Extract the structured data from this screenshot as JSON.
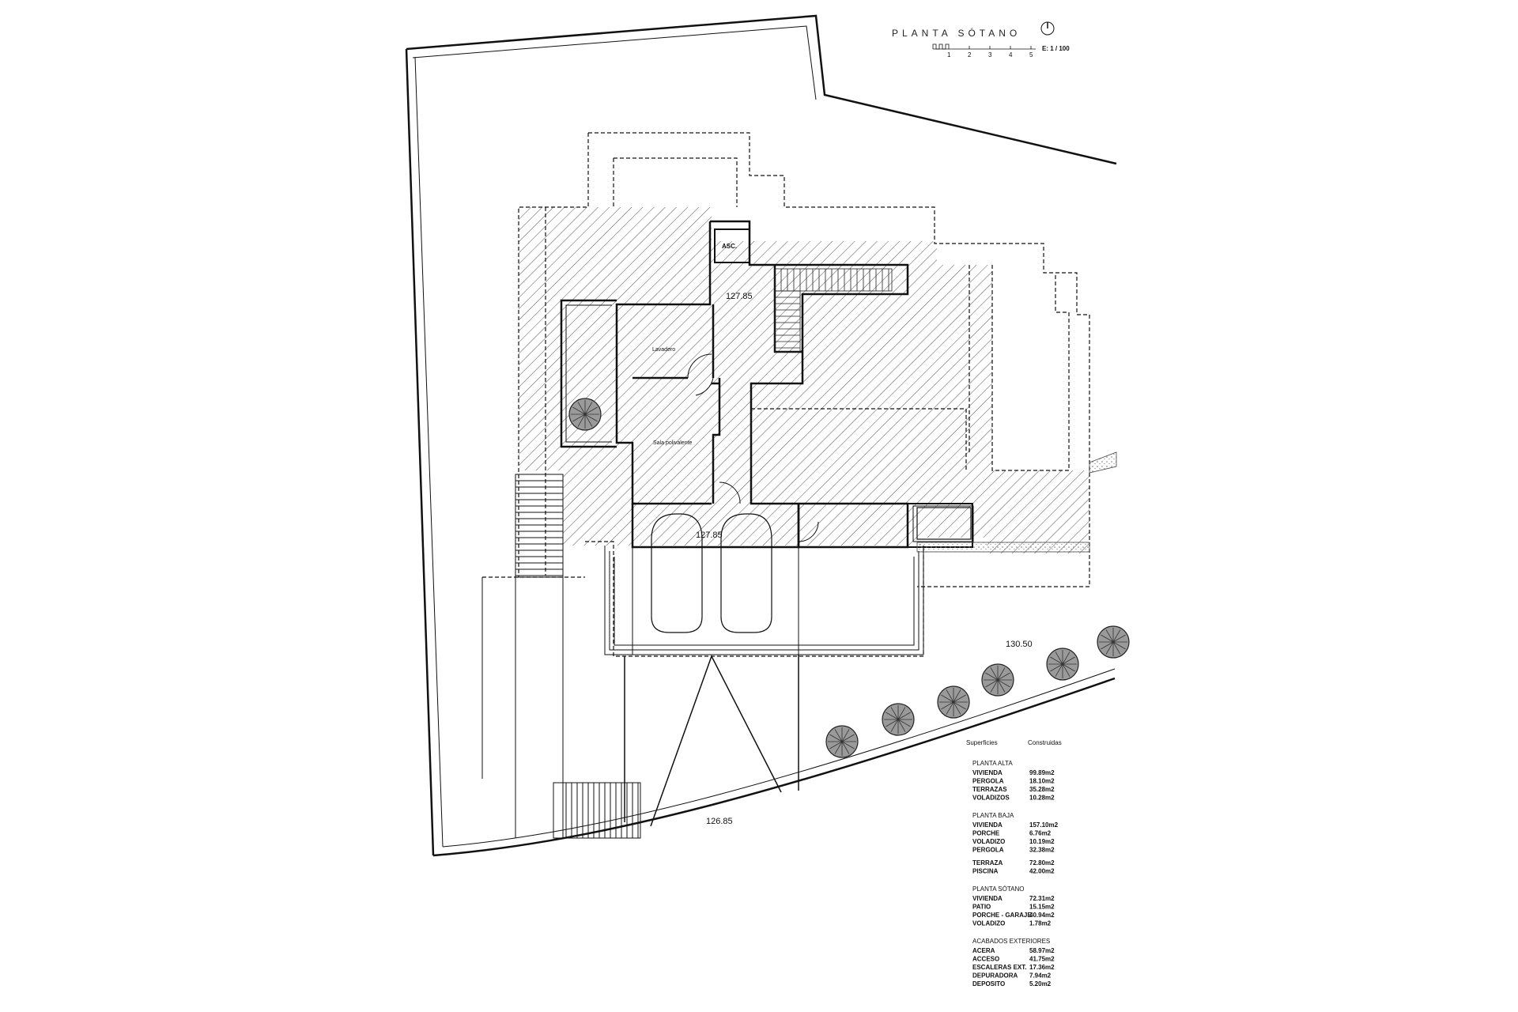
{
  "header": {
    "title": "PLANTA SÓTANO",
    "scale_label": "E: 1 / 100",
    "scale_ticks": [
      "1",
      "2",
      "3",
      "4",
      "5"
    ]
  },
  "rooms": {
    "asc": "ASC.",
    "lavadero": "Lavadero",
    "sala": "Sala polivalente"
  },
  "levels": {
    "upper": "127.85",
    "garage": "127.85",
    "road_right": "130.50",
    "road_bottom": "126.85"
  },
  "surfaces": {
    "col_heading": "Superficies",
    "col_value": "Construidas",
    "sections": [
      {
        "title": "PLANTA ALTA",
        "rows": [
          {
            "label": "VIVIENDA",
            "value": "99.89m2"
          },
          {
            "label": "PERGOLA",
            "value": "18.10m2"
          },
          {
            "label": "TERRAZAS",
            "value": "35.28m2"
          },
          {
            "label": "VOLADIZOS",
            "value": "10.28m2"
          }
        ]
      },
      {
        "title": "PLANTA BAJA",
        "rows": [
          {
            "label": "VIVIENDA",
            "value": "157.10m2"
          },
          {
            "label": "PORCHE",
            "value": "6.76m2"
          },
          {
            "label": "VOLADIZO",
            "value": "10.19m2"
          },
          {
            "label": "PERGOLA",
            "value": "32.38m2"
          },
          {
            "label": "TERRAZA",
            "value": "72.80m2"
          },
          {
            "label": "PISCINA",
            "value": "42.00m2"
          }
        ]
      },
      {
        "title": "PLANTA SÓTANO",
        "rows": [
          {
            "label": "VIVIENDA",
            "value": "72.31m2"
          },
          {
            "label": "PATIO",
            "value": "15.15m2"
          },
          {
            "label": "PORCHE - GARAJE",
            "value": "40.94m2"
          },
          {
            "label": "VOLADIZO",
            "value": "1.78m2"
          }
        ]
      },
      {
        "title": "ACABADOS EXTERIORES",
        "rows": [
          {
            "label": "ACERA",
            "value": "58.97m2"
          },
          {
            "label": "ACCESO",
            "value": "41.75m2"
          },
          {
            "label": "ESCALERAS EXT.",
            "value": "17.36m2"
          },
          {
            "label": "DEPURADORA",
            "value": "7.94m2"
          },
          {
            "label": "DEPOSITO",
            "value": "5.20m2"
          }
        ]
      }
    ]
  },
  "colors": {
    "ink": "#111111",
    "level_red": "#8b1a1a",
    "tree_fill": "#9a9a9a"
  }
}
